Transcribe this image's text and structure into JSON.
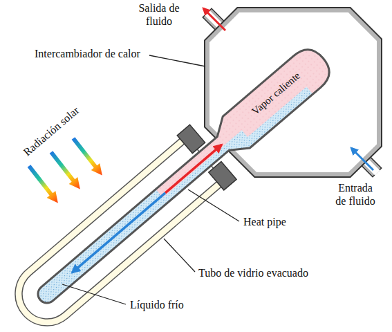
{
  "diagram": {
    "labels": [
      "Salida de fluido",
      "Intercambiador de calor",
      "Vapor caliente",
      "Radiación solar",
      "Entrada de fluido",
      "Heat pipe",
      "Tubo de vidrio evacuado",
      "Líquido frío"
    ]
  }
}
